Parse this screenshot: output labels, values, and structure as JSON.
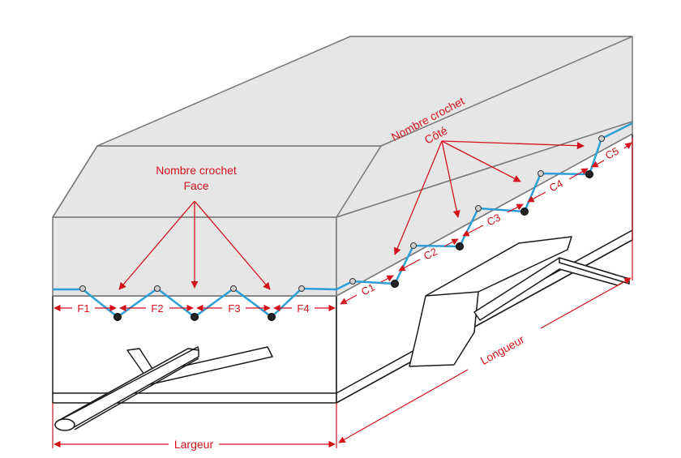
{
  "colors": {
    "cover_fill": "#e6e6e6",
    "outline": "#1a1a1a",
    "cover_edge": "#777777",
    "cord": "#2b9fd8",
    "annotation": "#d4121c",
    "hook_dark": "#222222",
    "eyelet_fill": "#cfcfcf"
  },
  "labels": {
    "face_title_1": "Nombre crochet",
    "face_title_2": "Face",
    "side_title_1": "Nombre crochet",
    "side_title_2": "Côté",
    "width": "Largeur",
    "length": "Longueur"
  },
  "face_spacings": [
    "F1",
    "F2",
    "F3",
    "F4"
  ],
  "side_spacings": [
    "C1",
    "C2",
    "C3",
    "C4",
    "C5"
  ]
}
